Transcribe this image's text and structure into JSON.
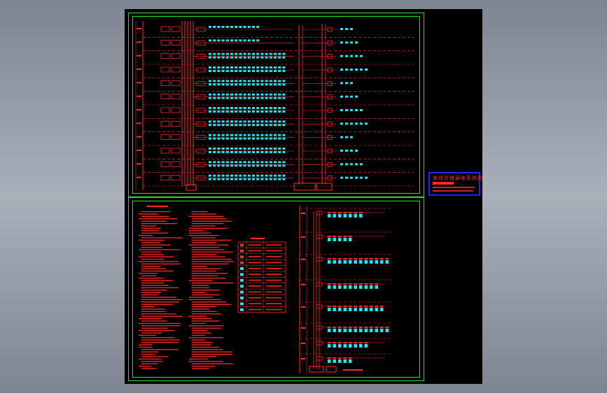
{
  "app": {
    "title": ""
  },
  "stamp": {
    "title": "某综合楼弱电系统图"
  },
  "colors": {
    "background": "#000000",
    "frame": "#21e921",
    "line": "#ff2b2b",
    "device": "#1ee5ee",
    "stamp_border": "#2222ff"
  },
  "top_sheet": {
    "floors": 12,
    "name": "riser-diagram"
  },
  "bottom_sheet": {
    "legend_rows": 12,
    "name": "notes-and-legend"
  }
}
